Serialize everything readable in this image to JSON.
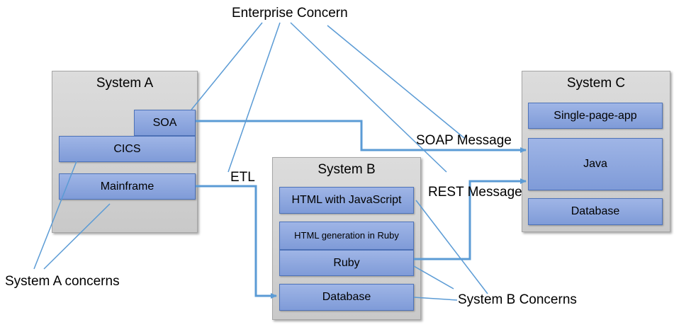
{
  "labels": {
    "enterprise_concern": "Enterprise Concern",
    "soap_message": "SOAP Message",
    "rest_message": "REST Message",
    "etl": "ETL",
    "system_a_concerns": "System A concerns",
    "system_b_concerns": "System B Concerns"
  },
  "system_a": {
    "title": "System A",
    "components": {
      "soa": "SOA",
      "cics": "CICS",
      "mainframe": "Mainframe"
    }
  },
  "system_b": {
    "title": "System B",
    "components": {
      "html_js": "HTML with JavaScript",
      "html_gen": "HTML generation in Ruby",
      "ruby": "Ruby",
      "database": "Database"
    }
  },
  "system_c": {
    "title": "System C",
    "components": {
      "spa": "Single-page-app",
      "java": "Java",
      "database": "Database"
    }
  },
  "colors": {
    "system_fill": "#d3d3d3",
    "component_fill": "#8ea7df",
    "component_border": "#4e73b9",
    "connector": "#5b9bd5"
  }
}
